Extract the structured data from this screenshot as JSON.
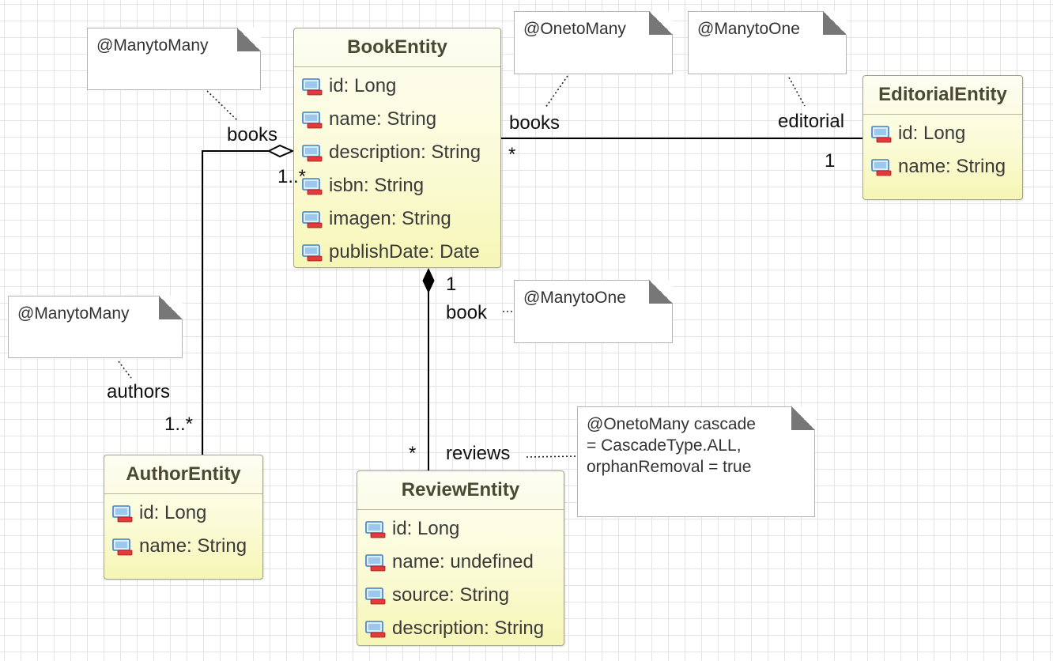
{
  "entities": {
    "book": {
      "name": "BookEntity",
      "attributes": [
        "id: Long",
        "name: String",
        "description: String",
        "isbn: String",
        "imagen: String",
        "publishDate: Date"
      ]
    },
    "editorial": {
      "name": "EditorialEntity",
      "attributes": [
        "id: Long",
        "name: String"
      ]
    },
    "author": {
      "name": "AuthorEntity",
      "attributes": [
        "id: Long",
        "name: String"
      ]
    },
    "review": {
      "name": "ReviewEntity",
      "attributes": [
        "id: Long",
        "name: undefined",
        "source: String",
        "description: String"
      ]
    }
  },
  "notes": {
    "book_books_manytomany": [
      "@ManytoMany"
    ],
    "author_manytomany": [
      "@ManytoMany"
    ],
    "editorial_onetomany": [
      "@OnetoMany"
    ],
    "book_manytoone_editorial": [
      "@ManytoOne"
    ],
    "review_manytoone": [
      "@ManytoOne"
    ],
    "reviews_onetomany": [
      "@OnetoMany cascade",
      "= CascadeType.ALL,",
      "orphanRemoval = true"
    ]
  },
  "labels": {
    "author_books_role": "books",
    "author_books_mult": "1..*",
    "author_authors_role": "authors",
    "author_authors_mult": "1..*",
    "editorial_books_role": "books",
    "editorial_books_mult": "*",
    "book_editorial_role": "editorial",
    "book_editorial_mult": "1",
    "review_book_mult": "1",
    "review_book_role": "book",
    "book_reviews_mult": "*",
    "book_reviews_role": "reviews"
  },
  "colors": {
    "entity_border": "#a2a284",
    "entity_fill": "#fbfbd8",
    "title_text": "#4a4a33",
    "grid": "#e4e4e4"
  }
}
